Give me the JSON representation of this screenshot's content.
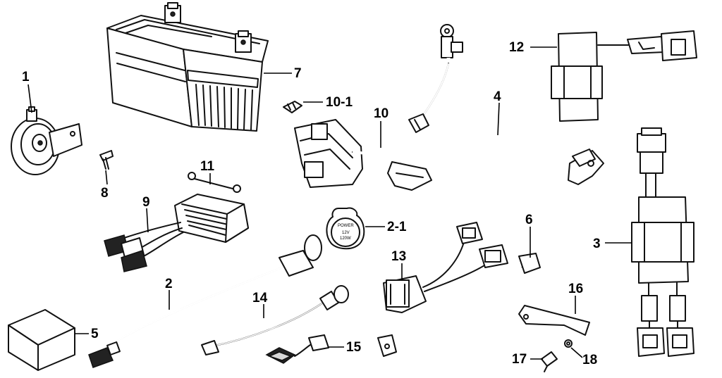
{
  "parts": {
    "p1": "1",
    "p2": "2",
    "p2_1": "2-1",
    "p3": "3",
    "p4": "4",
    "p5": "5",
    "p6": "6",
    "p7": "7",
    "p8": "8",
    "p9": "9",
    "p10": "10",
    "p10_1": "10-1",
    "p11": "11",
    "p12": "12",
    "p13": "13",
    "p14": "14",
    "p15": "15",
    "p16": "16",
    "p17": "17",
    "p18": "18"
  },
  "flasher_print": {
    "line1": "POWER",
    "line2": "12V",
    "line3": "120W"
  },
  "ink_color": "#111111",
  "paper_color": "#ffffff"
}
